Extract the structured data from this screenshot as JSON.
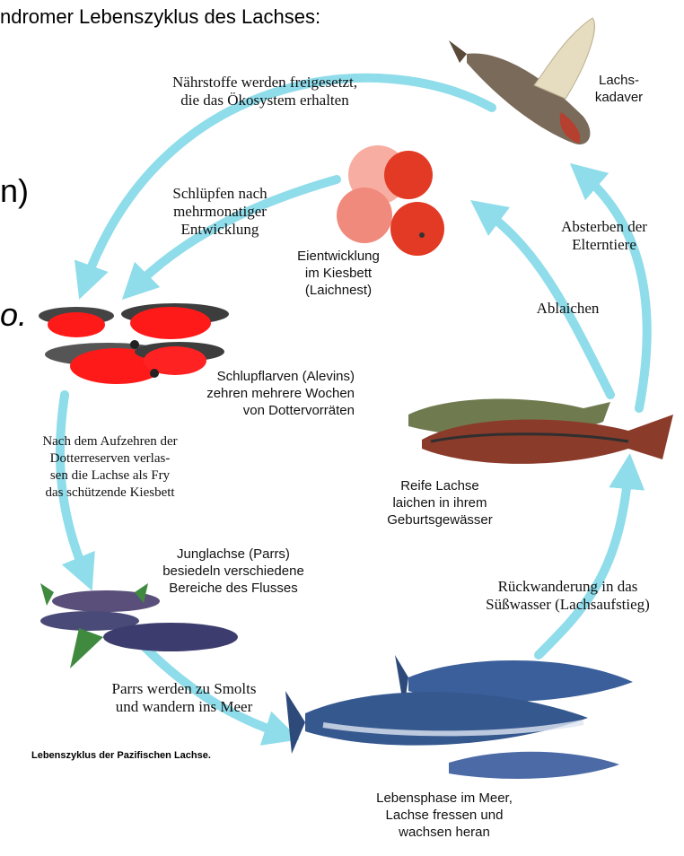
{
  "title": "ndromer Lebenszyklus des Lachses:",
  "background_fragments": [
    "n)",
    "o."
  ],
  "labels": {
    "naehrstoffe": [
      "Nährstoffe werden freigesetzt,",
      "die das Ökosystem erhalten"
    ],
    "lachskadaver": [
      "Lachs-",
      "kadaver"
    ],
    "schluepfen": [
      "Schlüpfen nach",
      "mehrmonatiger",
      "Entwicklung"
    ],
    "eientwicklung": [
      "Eientwicklung",
      "im Kiesbett",
      "(Laichnest)"
    ],
    "absterben": [
      "Absterben der",
      "Elterntiere"
    ],
    "ablaichen": [
      "Ablaichen"
    ],
    "alevins": [
      "Schlupflarven (Alevins)",
      "zehren mehrere Wochen",
      "von Dottervorräten"
    ],
    "aufzehren": [
      "Nach dem Aufzehren der",
      "Dotterreserven verlas-",
      "sen die Lachse als Fry",
      "das schützende Kiesbett"
    ],
    "reife": [
      "Reife Lachse",
      "laichen in ihrem",
      "Geburtsgewässer"
    ],
    "parrs": [
      "Junglachse (Parrs)",
      "besiedeln verschiedene",
      "Bereiche des Flusses"
    ],
    "rueckwanderung": [
      "Rückwanderung in das",
      "Süßwasser (Lachsaufstieg)"
    ],
    "smolts": [
      "Parrs werden zu Smolts",
      "und wandern ins Meer"
    ],
    "meer": [
      "Lebensphase im Meer,",
      "Lachse fressen und",
      "wachsen heran"
    ]
  },
  "caption": "Lebenszyklus der Pazifischen Lachse.",
  "colors": {
    "arrow": "#8fdcea",
    "egg": "#e8442c",
    "alevin": "#ff1a1a",
    "salmon_blue": "#3b5f9a",
    "salmon_red": "#8a3b2a"
  }
}
